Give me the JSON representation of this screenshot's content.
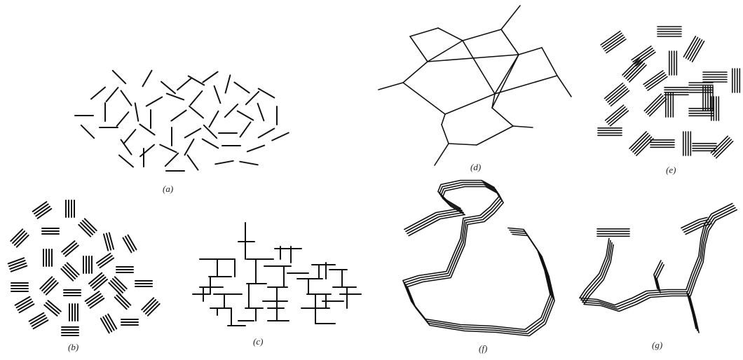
{
  "figure": {
    "ink_color": "#111111",
    "background": "#ffffff",
    "panels": [
      {
        "id": "a",
        "caption": "(a)"
      },
      {
        "id": "b",
        "caption": "(b)"
      },
      {
        "id": "c",
        "caption": "(c)"
      },
      {
        "id": "d",
        "caption": "(d)"
      },
      {
        "id": "e",
        "caption": "(e)"
      },
      {
        "id": "f",
        "caption": "(f)"
      },
      {
        "id": "g",
        "caption": "(g)"
      }
    ]
  }
}
